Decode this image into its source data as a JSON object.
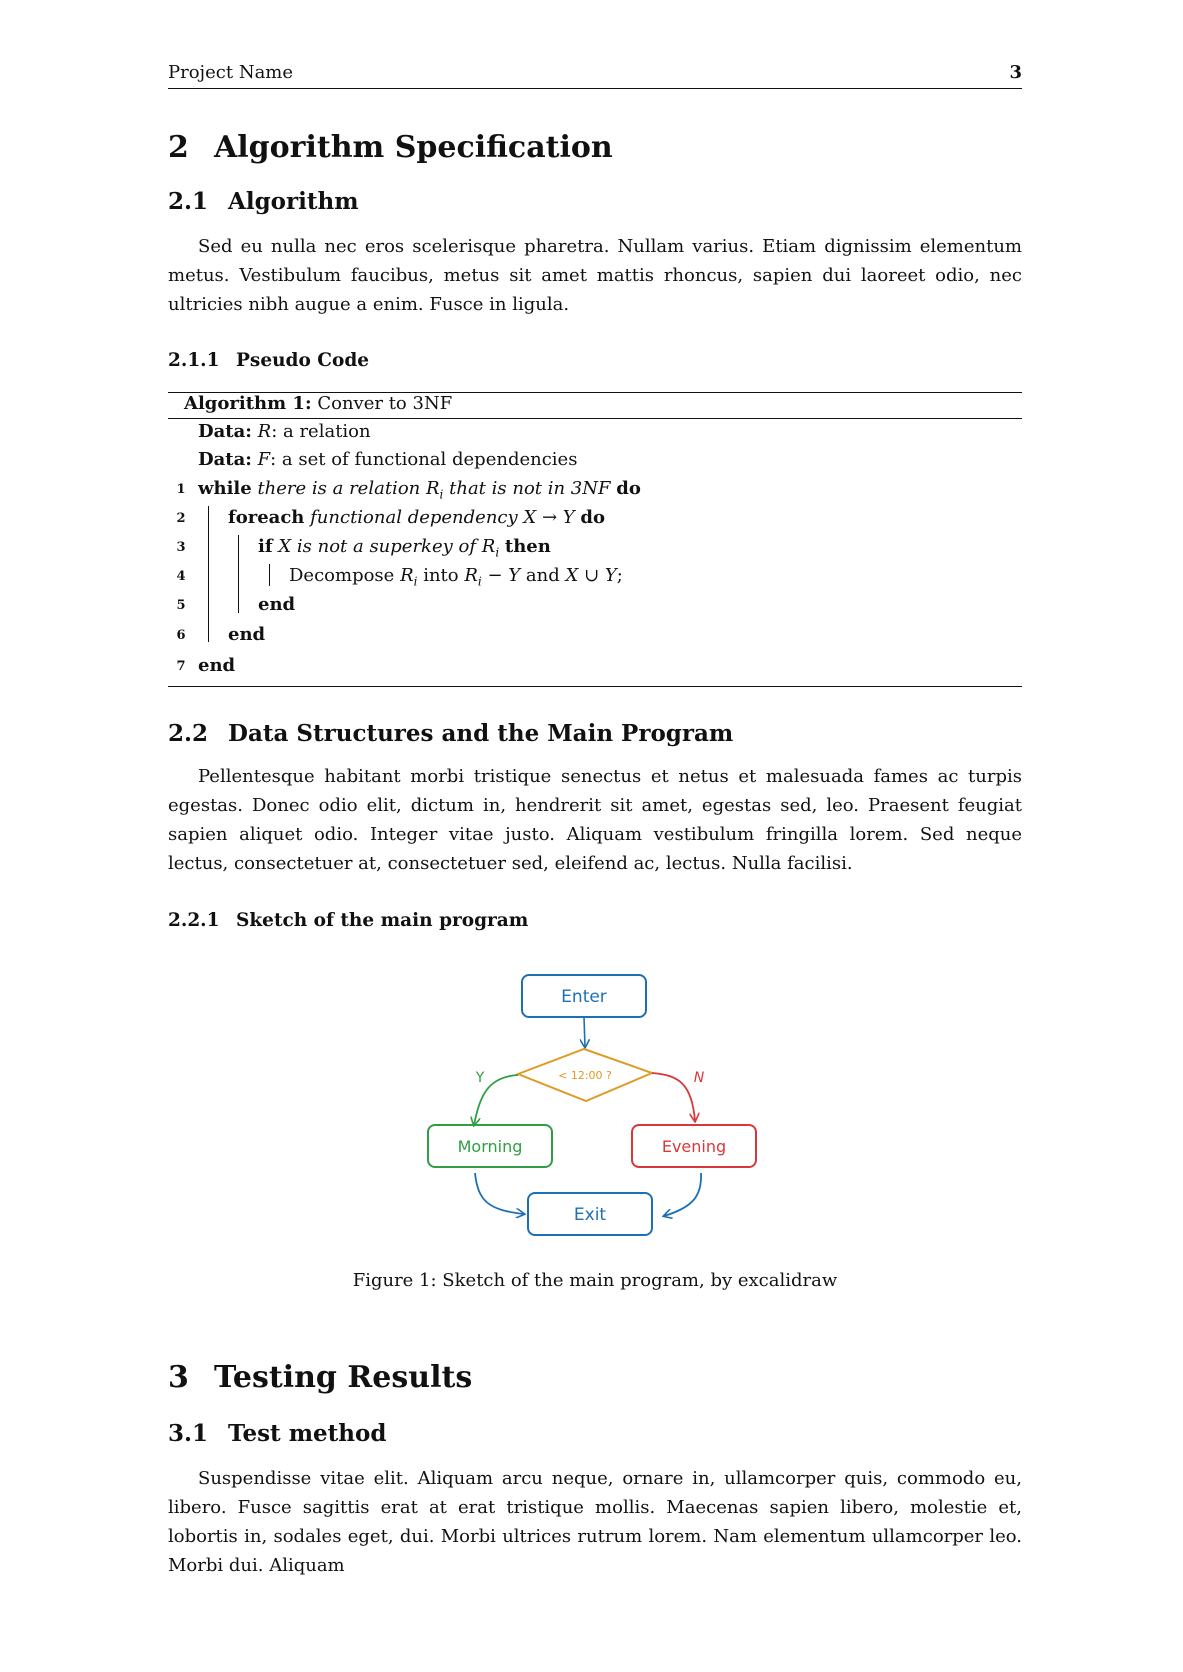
{
  "header": {
    "project_name": "Project Name",
    "page_number": "3"
  },
  "sec2": {
    "num": "2",
    "title": "Algorithm Specification"
  },
  "sec2_1": {
    "num": "2.1",
    "title": "Algorithm",
    "text": "Sed eu nulla nec eros scelerisque pharetra. Nullam varius. Etiam dignissim elementum metus. Vestibulum faucibus, metus sit amet mattis rhoncus, sapien dui laoreet odio, nec ultricies nibh augue a enim. Fusce in ligula."
  },
  "sec2_1_1": {
    "num": "2.1.1",
    "title": "Pseudo Code"
  },
  "algorithm": {
    "caption_label": "Algorithm 1:",
    "caption_text": "Conver to 3NF",
    "data_kw": "Data:",
    "data1_var": "R",
    "data1_text": ": a relation",
    "data2_var": "F",
    "data2_text": ": a set of functional dependencies",
    "line_numbers": [
      "1",
      "2",
      "3",
      "4",
      "5",
      "6",
      "7"
    ],
    "kw_while": "while",
    "while_cond_a": "there is a relation",
    "while_cond_b": "that is not in 3NF",
    "kw_do": "do",
    "kw_foreach": "foreach",
    "foreach_cond": "functional dependency",
    "kw_if": "if",
    "if_cond_a": "is not a superkey of",
    "kw_then": "then",
    "decompose_a": "Decompose",
    "decompose_b": "into",
    "decompose_c": "and",
    "kw_end": "end"
  },
  "sec2_2": {
    "num": "2.2",
    "title": "Data Structures and the Main Program",
    "text": "Pellentesque habitant morbi tristique senectus et netus et malesuada fames ac turpis egestas. Donec odio elit, dictum in, hendrerit sit amet, egestas sed, leo. Praesent feugiat sapien aliquet odio. Integer vitae justo. Aliquam vestibulum fringilla lorem. Sed neque lectus, consectetuer at, consectetuer sed, eleifend ac, lectus. Nulla facilisi."
  },
  "sec2_2_1": {
    "num": "2.2.1",
    "title": "Sketch of the main program"
  },
  "flowchart": {
    "enter": "Enter",
    "decision": "< 12:00  ?",
    "yes": "Y",
    "no": "N",
    "morning": "Morning",
    "evening": "Evening",
    "exit": "Exit",
    "colors": {
      "blue": "#1f6fb5",
      "orange": "#e09a26",
      "green": "#2f9e44",
      "red": "#d9383a"
    }
  },
  "figure_caption": "Figure 1: Sketch of the main program, by excalidraw",
  "sec3": {
    "num": "3",
    "title": "Testing Results"
  },
  "sec3_1": {
    "num": "3.1",
    "title": "Test method",
    "text": "Suspendisse vitae elit. Aliquam arcu neque, ornare in, ullamcorper quis, commodo eu, libero. Fusce sagittis erat at erat tristique mollis. Maecenas sapien libero, molestie et, lobortis in, sodales eget, dui. Morbi ultrices rutrum lorem. Nam elementum ullamcorper leo. Morbi dui. Aliquam"
  }
}
